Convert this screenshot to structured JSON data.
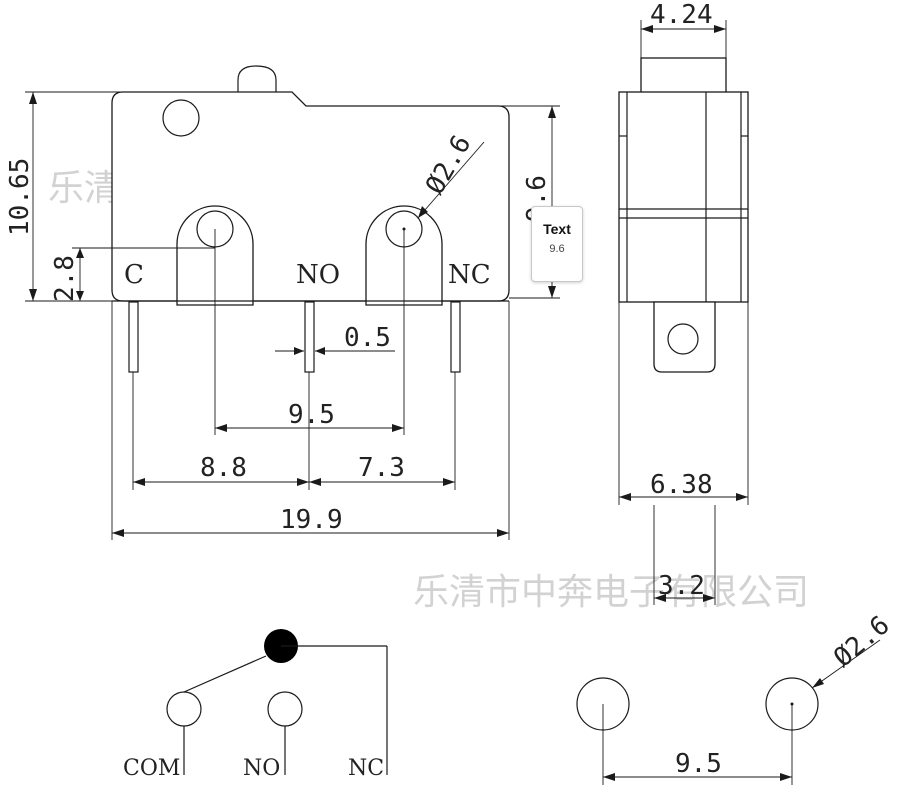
{
  "watermarks": [
    "乐清市中奔电子有限公司",
    "乐清市中奔电子有限公司"
  ],
  "front_view": {
    "dim_height": "10.65",
    "dim_pin_height": "2.8",
    "dim_right_height": "9.6",
    "dim_hole": "Ø2.6",
    "dim_pin_width": "0.5",
    "dim_hole_spacing": "9.5",
    "dim_left_pitch": "8.8",
    "dim_right_pitch": "7.3",
    "dim_total_length": "19.9",
    "pin_labels": [
      "C",
      "NO",
      "NC"
    ]
  },
  "side_view": {
    "dim_plunger": "4.24",
    "dim_width": "6.38",
    "dim_tab": "3.2"
  },
  "schematic": {
    "labels": [
      "COM",
      "NO",
      "NC"
    ]
  },
  "hole_pattern": {
    "dim_hole": "Ø2.6",
    "dim_spacing": "9.5"
  },
  "tooltip": {
    "title": "Text",
    "value": "9.6"
  }
}
